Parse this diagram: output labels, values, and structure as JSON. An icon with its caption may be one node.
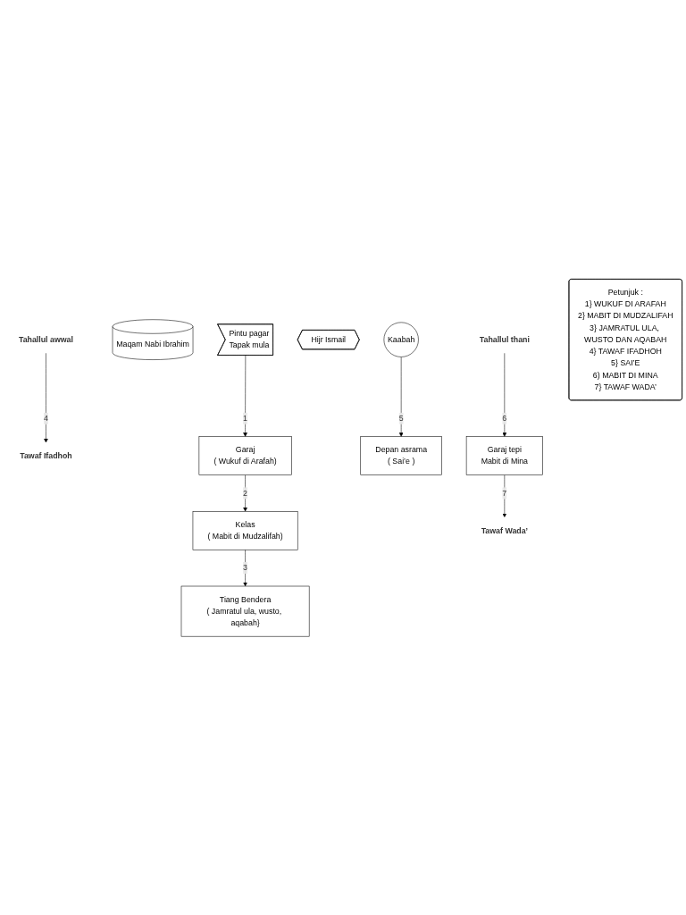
{
  "diagram": {
    "nodes": [
      {
        "text": [
          "Tiang Bendera",
          "( Jamratul ula, wusto, aqabah}"
        ]
      },
      {
        "text": [
          "Kelas",
          "( Mabit di Mudzalifah)"
        ]
      },
      {
        "text": [
          "Pintu pagar",
          "Tapak mula"
        ]
      },
      {
        "text": [
          "Maqam Nabi Ibrahim"
        ]
      },
      {
        "text": [
          "Tahallul awwal"
        ]
      },
      {
        "text": [
          "Tawaf Ifadhoh"
        ]
      },
      {
        "text": [
          "Hijr Ismail"
        ]
      },
      {
        "text": [
          "Kaabah"
        ]
      },
      {
        "text": [
          "Tawaf Wada’"
        ]
      },
      {
        "text": [
          "Garaj",
          "( Wukuf di Arafah)"
        ]
      },
      {
        "text": [
          "Depan asrama",
          "( Sai’e )"
        ]
      },
      {
        "text": [
          "Tahallul thani"
        ]
      },
      {
        "text": [
          "Garaj tepi",
          "Mabit di Mina"
        ]
      },
      {
        "text": [
          "Petunjuk :",
          "1} WUKUF DI ARAFAH",
          "2} MABIT DI MUDZALIFAH",
          "3} JAMRATUL ULA, WUSTO DAN AQABAH",
          "4} TAWAF IFADHOH",
          "5} SAI’E",
          "6) MABIT DI MINA",
          "7} TAWAF WADA’"
        ]
      }
    ],
    "edges": [
      {
        "from": 1,
        "to": 0,
        "arrow": "to",
        "label": "3"
      },
      {
        "from": 9,
        "to": 1,
        "arrow": "to",
        "label": "2"
      },
      {
        "from": 2,
        "to": 9,
        "arrow": "to",
        "label": "1"
      },
      {
        "from": 4,
        "to": 5,
        "arrow": "to",
        "label": "4"
      },
      {
        "from": 7,
        "to": 10,
        "arrow": "to",
        "label": "5"
      },
      {
        "from": 12,
        "to": 8,
        "arrow": "to",
        "label": "7"
      },
      {
        "from": 11,
        "to": 12,
        "arrow": "to",
        "label": "6"
      }
    ]
  }
}
